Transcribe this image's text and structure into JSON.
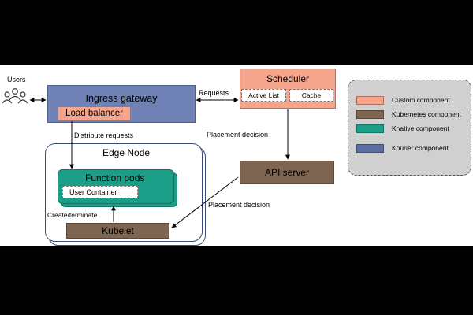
{
  "nodes": {
    "users": "Users",
    "ingress": "Ingress gateway",
    "load_balancer": "Load balancer",
    "scheduler": "Scheduler",
    "active_list": "Active List",
    "cache": "Cache",
    "edge_node": "Edge Node",
    "function_pods": "Function pods",
    "user_container": "User Container",
    "kubelet": "Kubelet",
    "api_server": "API server"
  },
  "edges": {
    "requests": "Requests",
    "distribute_requests": "Distribute requests",
    "placement_decision_top": "Placement decision",
    "placement_decision_bottom": "Placement decision",
    "create_terminate": "Create/terminate"
  },
  "legend": [
    {
      "label": "Custom component",
      "color": "#f4a58c"
    },
    {
      "label": "Kubernetes component",
      "color": "#7d6552"
    },
    {
      "label": "Knative component",
      "color": "#1b9e88"
    },
    {
      "label": "Kourier component",
      "color": "#5b6fa3"
    }
  ],
  "colors": {
    "custom": "#f4a58c",
    "kubernetes": "#7d6552",
    "knative": "#1b9e88",
    "kourier": "#7082b5",
    "legend_bg": "#d0d0d0"
  }
}
